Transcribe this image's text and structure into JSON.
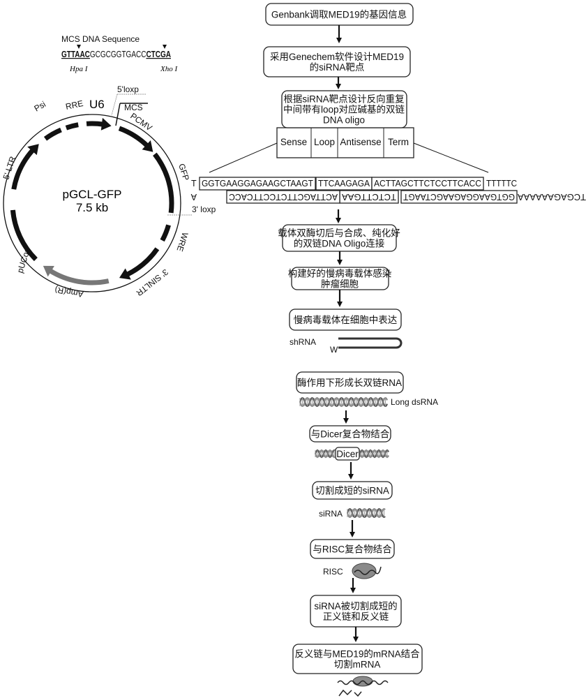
{
  "mcs": {
    "title": "MCS DNA Sequence",
    "seq_hpa": "GTTAAC",
    "seq_mid": "GCGCGGTGACC",
    "seq_xho": "CTCGA",
    "hpa_label": "Hpa I",
    "xho_label": "Xho I"
  },
  "plasmid": {
    "name": "pGCL-GFP",
    "size": "7.5 kb",
    "loxp5": "5'loxp",
    "loxp3": "3' loxp",
    "features": {
      "psi": "Psi",
      "rre": "RRE",
      "u6": "U6",
      "mcs": "MCS",
      "pcmv": "PCMV",
      "gfp": "GFP",
      "wre": "WRE",
      "sinltr": "3' SINLTR",
      "amp": "Amp(R)",
      "pucori": "pUCori",
      "ltr5": "5' LTR"
    },
    "colors": {
      "backbone": "#111111",
      "amp": "#777777"
    }
  },
  "oligo": {
    "parts": [
      "Sense",
      "Loop",
      "Antisense",
      "Term"
    ],
    "top": {
      "lead": "T",
      "sense": "GGTGAAGGAGAAGCTAAGT",
      "loop": "TTCAAGAGA",
      "antisense": "ACTTAGCTTCTCCTTCACC",
      "tail": "TTTTTC"
    },
    "bottom": {
      "lead": "TCGAGAAAAAA",
      "b1": "GGTGAAGGAGAAGCTAAGT",
      "b2": "TCTCTTGAA",
      "b3": "ACTTAGCTTCTCCTTCACC",
      "tail": "A"
    }
  },
  "flow": {
    "step1": [
      "Genbank调取MED19的基因信息"
    ],
    "step2": [
      "采用Genechem软件设计MED19",
      "的siRNA靶点"
    ],
    "step3": [
      "根据siRNA靶点设计反向重复",
      "中间带有loop对应碱基的双链",
      "DNA oligo"
    ],
    "step4": [
      "载体双酶切后与合成、纯化好",
      "的双链DNA Oligo连接"
    ],
    "step5": [
      "构建好的慢病毒载体感染",
      "肿瘤细胞"
    ],
    "step6": [
      "慢病毒载体在细胞中表达"
    ],
    "step7": [
      "酶作用下形成长双链RNA"
    ],
    "step8": [
      "与Dicer复合物结合"
    ],
    "step9": [
      "切割成短的siRNA"
    ],
    "step10": [
      "与RISC复合物结合"
    ],
    "step11": [
      "siRNA被切割成短的",
      "正义链和反义链"
    ],
    "step12": [
      "反义链与MED19的mRNA结合",
      "切割mRNA"
    ]
  },
  "labels": {
    "shrna": "shRNA",
    "shrna_w": "W",
    "long_dsrna": "Long dsRNA",
    "dicer": "Dicer",
    "sirna": "siRNA",
    "risc": "RISC"
  }
}
